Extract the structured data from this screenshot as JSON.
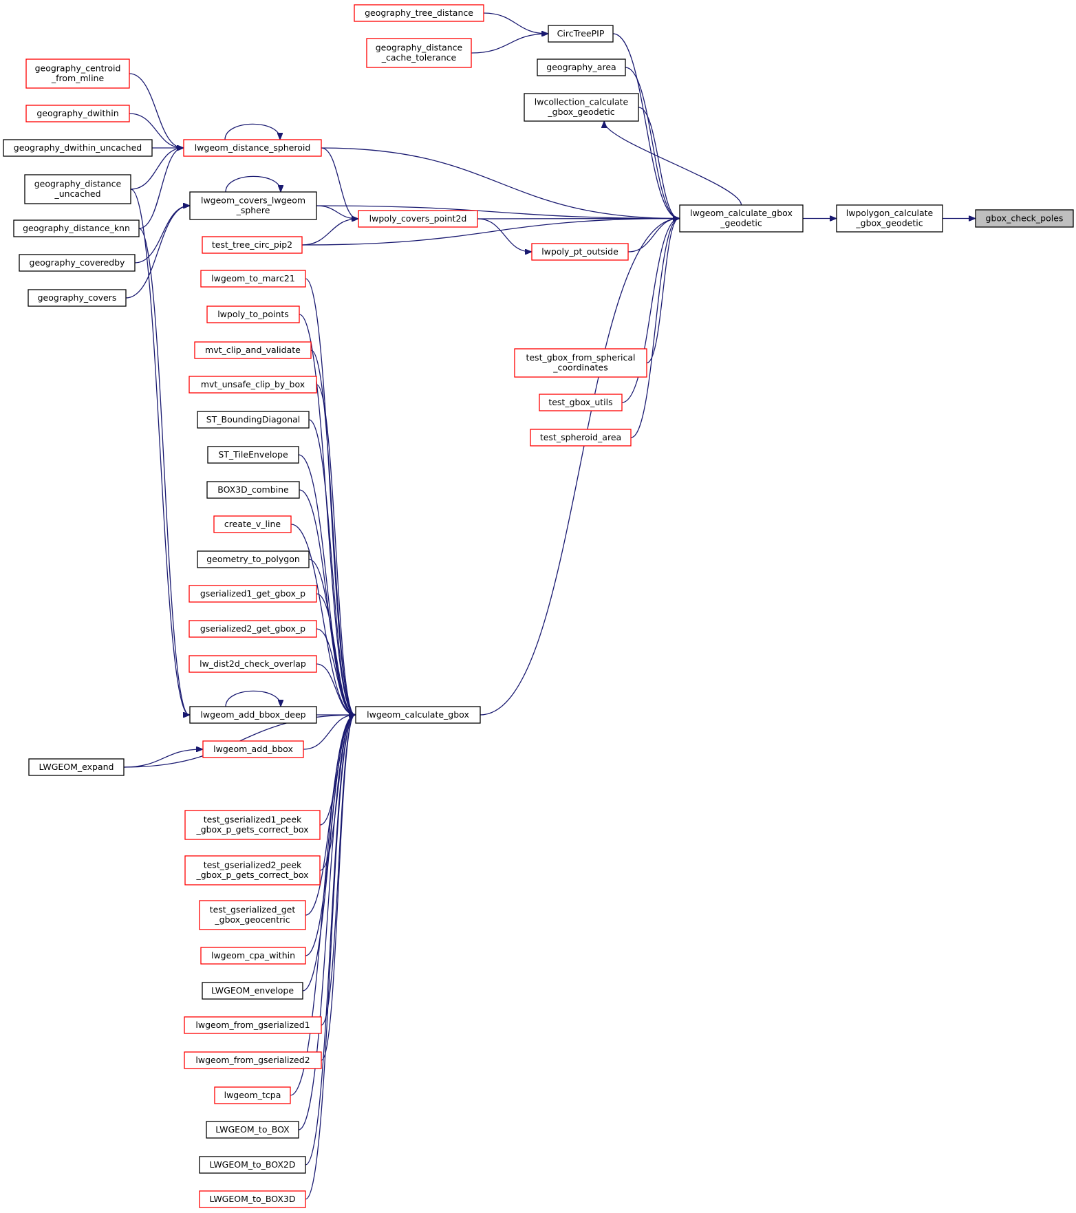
{
  "colors": {
    "edge": "#191970",
    "border_normal": "#000000",
    "border_truncated": "#ff0000",
    "target_fill": "#bfbfbf"
  },
  "nodes": {
    "gbox_check_poles": {
      "lines": [
        "gbox_check_poles"
      ],
      "style": "gray"
    },
    "lwpolygon_calculate_gbox_geodetic": {
      "lines": [
        "lwpolygon_calculate",
        "_gbox_geodetic"
      ],
      "style": "black"
    },
    "lwgeom_calculate_gbox_geodetic": {
      "lines": [
        "lwgeom_calculate_gbox",
        "_geodetic"
      ],
      "style": "black"
    },
    "CircTreePIP": {
      "lines": [
        "CircTreePIP"
      ],
      "style": "black"
    },
    "geography_tree_distance": {
      "lines": [
        "geography_tree_distance"
      ],
      "style": "red"
    },
    "geography_distance_cache_tolerance": {
      "lines": [
        "geography_distance",
        "_cache_tolerance"
      ],
      "style": "red"
    },
    "geography_area": {
      "lines": [
        "geography_area"
      ],
      "style": "black"
    },
    "lwcollection_calculate_gbox_geodetic": {
      "lines": [
        "lwcollection_calculate",
        "_gbox_geodetic"
      ],
      "style": "black"
    },
    "lwgeom_distance_spheroid": {
      "lines": [
        "lwgeom_distance_spheroid"
      ],
      "style": "red"
    },
    "geography_centroid_from_mline": {
      "lines": [
        "geography_centroid",
        "_from_mline"
      ],
      "style": "red"
    },
    "geography_dwithin": {
      "lines": [
        "geography_dwithin"
      ],
      "style": "red"
    },
    "geography_dwithin_uncached": {
      "lines": [
        "geography_dwithin_uncached"
      ],
      "style": "black"
    },
    "geography_distance_uncached": {
      "lines": [
        "geography_distance",
        "_uncached"
      ],
      "style": "black"
    },
    "geography_distance_knn": {
      "lines": [
        "geography_distance_knn"
      ],
      "style": "black"
    },
    "lwgeom_covers_lwgeom_sphere": {
      "lines": [
        "lwgeom_covers_lwgeom",
        "_sphere"
      ],
      "style": "black"
    },
    "geography_coveredby": {
      "lines": [
        "geography_coveredby"
      ],
      "style": "black"
    },
    "geography_covers": {
      "lines": [
        "geography_covers"
      ],
      "style": "black"
    },
    "lwpoly_covers_point2d": {
      "lines": [
        "lwpoly_covers_point2d"
      ],
      "style": "red"
    },
    "test_tree_circ_pip2": {
      "lines": [
        "test_tree_circ_pip2"
      ],
      "style": "red"
    },
    "lwpoly_pt_outside": {
      "lines": [
        "lwpoly_pt_outside"
      ],
      "style": "red"
    },
    "test_gbox_from_spherical_coordinates": {
      "lines": [
        "test_gbox_from_spherical",
        "_coordinates"
      ],
      "style": "red"
    },
    "test_gbox_utils": {
      "lines": [
        "test_gbox_utils"
      ],
      "style": "red"
    },
    "test_spheroid_area": {
      "lines": [
        "test_spheroid_area"
      ],
      "style": "red"
    },
    "lwgeom_calculate_gbox": {
      "lines": [
        "lwgeom_calculate_gbox"
      ],
      "style": "black"
    },
    "lwgeom_to_marc21": {
      "lines": [
        "lwgeom_to_marc21"
      ],
      "style": "red"
    },
    "lwpoly_to_points": {
      "lines": [
        "lwpoly_to_points"
      ],
      "style": "red"
    },
    "mvt_clip_and_validate": {
      "lines": [
        "mvt_clip_and_validate"
      ],
      "style": "red"
    },
    "mvt_unsafe_clip_by_box": {
      "lines": [
        "mvt_unsafe_clip_by_box"
      ],
      "style": "red"
    },
    "ST_BoundingDiagonal": {
      "lines": [
        "ST_BoundingDiagonal"
      ],
      "style": "black"
    },
    "ST_TileEnvelope": {
      "lines": [
        "ST_TileEnvelope"
      ],
      "style": "black"
    },
    "BOX3D_combine": {
      "lines": [
        "BOX3D_combine"
      ],
      "style": "black"
    },
    "create_v_line": {
      "lines": [
        "create_v_line"
      ],
      "style": "red"
    },
    "geometry_to_polygon": {
      "lines": [
        "geometry_to_polygon"
      ],
      "style": "black"
    },
    "gserialized1_get_gbox_p": {
      "lines": [
        "gserialized1_get_gbox_p"
      ],
      "style": "red"
    },
    "gserialized2_get_gbox_p": {
      "lines": [
        "gserialized2_get_gbox_p"
      ],
      "style": "red"
    },
    "lw_dist2d_check_overlap": {
      "lines": [
        "lw_dist2d_check_overlap"
      ],
      "style": "red"
    },
    "lwgeom_add_bbox_deep": {
      "lines": [
        "lwgeom_add_bbox_deep"
      ],
      "style": "black"
    },
    "lwgeom_add_bbox": {
      "lines": [
        "lwgeom_add_bbox"
      ],
      "style": "red"
    },
    "LWGEOM_expand": {
      "lines": [
        "LWGEOM_expand"
      ],
      "style": "black"
    },
    "test_gserialized1_peek": {
      "lines": [
        "test_gserialized1_peek",
        "_gbox_p_gets_correct_box"
      ],
      "style": "red"
    },
    "test_gserialized2_peek": {
      "lines": [
        "test_gserialized2_peek",
        "_gbox_p_gets_correct_box"
      ],
      "style": "red"
    },
    "test_gserialized_get_gbox_geocentric": {
      "lines": [
        "test_gserialized_get",
        "_gbox_geocentric"
      ],
      "style": "red"
    },
    "lwgeom_cpa_within": {
      "lines": [
        "lwgeom_cpa_within"
      ],
      "style": "red"
    },
    "LWGEOM_envelope": {
      "lines": [
        "LWGEOM_envelope"
      ],
      "style": "black"
    },
    "lwgeom_from_gserialized1": {
      "lines": [
        "lwgeom_from_gserialized1"
      ],
      "style": "red"
    },
    "lwgeom_from_gserialized2": {
      "lines": [
        "lwgeom_from_gserialized2"
      ],
      "style": "red"
    },
    "lwgeom_tcpa": {
      "lines": [
        "lwgeom_tcpa"
      ],
      "style": "red"
    },
    "LWGEOM_to_BOX": {
      "lines": [
        "LWGEOM_to_BOX"
      ],
      "style": "black"
    },
    "LWGEOM_to_BOX2D": {
      "lines": [
        "LWGEOM_to_BOX2D"
      ],
      "style": "black"
    },
    "LWGEOM_to_BOX3D": {
      "lines": [
        "LWGEOM_to_BOX3D"
      ],
      "style": "red"
    }
  },
  "edges": [
    {
      "from": "lwpolygon_calculate_gbox_geodetic",
      "to": "gbox_check_poles"
    },
    {
      "from": "lwgeom_calculate_gbox_geodetic",
      "to": "lwpolygon_calculate_gbox_geodetic"
    },
    {
      "from": "CircTreePIP",
      "to": "lwgeom_calculate_gbox_geodetic"
    },
    {
      "from": "geography_area",
      "to": "lwgeom_calculate_gbox_geodetic"
    },
    {
      "from": "lwcollection_calculate_gbox_geodetic",
      "to": "lwgeom_calculate_gbox_geodetic"
    },
    {
      "from": "lwgeom_calculate_gbox_geodetic",
      "to": "lwcollection_calculate_gbox_geodetic"
    },
    {
      "from": "lwgeom_distance_spheroid",
      "to": "lwgeom_calculate_gbox_geodetic"
    },
    {
      "from": "lwgeom_covers_lwgeom_sphere",
      "to": "lwgeom_calculate_gbox_geodetic"
    },
    {
      "from": "lwpoly_covers_point2d",
      "to": "lwgeom_calculate_gbox_geodetic"
    },
    {
      "from": "lwpoly_pt_outside",
      "to": "lwgeom_calculate_gbox_geodetic"
    },
    {
      "from": "test_tree_circ_pip2",
      "to": "lwgeom_calculate_gbox_geodetic"
    },
    {
      "from": "lwgeom_calculate_gbox",
      "to": "lwgeom_calculate_gbox_geodetic"
    },
    {
      "from": "test_gbox_from_spherical_coordinates",
      "to": "lwgeom_calculate_gbox_geodetic"
    },
    {
      "from": "test_gbox_utils",
      "to": "lwgeom_calculate_gbox_geodetic"
    },
    {
      "from": "test_spheroid_area",
      "to": "lwgeom_calculate_gbox_geodetic"
    },
    {
      "from": "geography_tree_distance",
      "to": "CircTreePIP"
    },
    {
      "from": "geography_distance_cache_tolerance",
      "to": "CircTreePIP"
    },
    {
      "from": "geography_centroid_from_mline",
      "to": "lwgeom_distance_spheroid"
    },
    {
      "from": "geography_dwithin",
      "to": "lwgeom_distance_spheroid"
    },
    {
      "from": "geography_dwithin_uncached",
      "to": "lwgeom_distance_spheroid"
    },
    {
      "from": "geography_distance_uncached",
      "to": "lwgeom_distance_spheroid"
    },
    {
      "from": "geography_distance_knn",
      "to": "lwgeom_distance_spheroid"
    },
    {
      "from": "lwgeom_distance_spheroid",
      "to": "lwgeom_distance_spheroid"
    },
    {
      "from": "lwgeom_covers_lwgeom_sphere",
      "to": "lwgeom_covers_lwgeom_sphere"
    },
    {
      "from": "geography_coveredby",
      "to": "lwgeom_covers_lwgeom_sphere"
    },
    {
      "from": "geography_covers",
      "to": "lwgeom_covers_lwgeom_sphere"
    },
    {
      "from": "lwgeom_distance_spheroid",
      "to": "lwpoly_covers_point2d"
    },
    {
      "from": "lwgeom_covers_lwgeom_sphere",
      "to": "lwpoly_covers_point2d"
    },
    {
      "from": "test_tree_circ_pip2",
      "to": "lwpoly_covers_point2d"
    },
    {
      "from": "lwpoly_covers_point2d",
      "to": "lwpoly_pt_outside"
    },
    {
      "from": "lwgeom_to_marc21",
      "to": "lwgeom_calculate_gbox"
    },
    {
      "from": "lwpoly_to_points",
      "to": "lwgeom_calculate_gbox"
    },
    {
      "from": "mvt_clip_and_validate",
      "to": "lwgeom_calculate_gbox"
    },
    {
      "from": "mvt_unsafe_clip_by_box",
      "to": "lwgeom_calculate_gbox"
    },
    {
      "from": "ST_BoundingDiagonal",
      "to": "lwgeom_calculate_gbox"
    },
    {
      "from": "ST_TileEnvelope",
      "to": "lwgeom_calculate_gbox"
    },
    {
      "from": "BOX3D_combine",
      "to": "lwgeom_calculate_gbox"
    },
    {
      "from": "create_v_line",
      "to": "lwgeom_calculate_gbox"
    },
    {
      "from": "geometry_to_polygon",
      "to": "lwgeom_calculate_gbox"
    },
    {
      "from": "gserialized1_get_gbox_p",
      "to": "lwgeom_calculate_gbox"
    },
    {
      "from": "gserialized2_get_gbox_p",
      "to": "lwgeom_calculate_gbox"
    },
    {
      "from": "lw_dist2d_check_overlap",
      "to": "lwgeom_calculate_gbox"
    },
    {
      "from": "lwgeom_add_bbox_deep",
      "to": "lwgeom_calculate_gbox"
    },
    {
      "from": "lwgeom_add_bbox",
      "to": "lwgeom_calculate_gbox"
    },
    {
      "from": "LWGEOM_expand",
      "to": "lwgeom_calculate_gbox"
    },
    {
      "from": "test_gserialized1_peek",
      "to": "lwgeom_calculate_gbox"
    },
    {
      "from": "test_gserialized2_peek",
      "to": "lwgeom_calculate_gbox"
    },
    {
      "from": "test_gserialized_get_gbox_geocentric",
      "to": "lwgeom_calculate_gbox"
    },
    {
      "from": "lwgeom_cpa_within",
      "to": "lwgeom_calculate_gbox"
    },
    {
      "from": "LWGEOM_envelope",
      "to": "lwgeom_calculate_gbox"
    },
    {
      "from": "lwgeom_from_gserialized1",
      "to": "lwgeom_calculate_gbox"
    },
    {
      "from": "lwgeom_from_gserialized2",
      "to": "lwgeom_calculate_gbox"
    },
    {
      "from": "lwgeom_tcpa",
      "to": "lwgeom_calculate_gbox"
    },
    {
      "from": "LWGEOM_to_BOX",
      "to": "lwgeom_calculate_gbox"
    },
    {
      "from": "LWGEOM_to_BOX2D",
      "to": "lwgeom_calculate_gbox"
    },
    {
      "from": "LWGEOM_to_BOX3D",
      "to": "lwgeom_calculate_gbox"
    },
    {
      "from": "lwgeom_add_bbox_deep",
      "to": "lwgeom_add_bbox_deep"
    },
    {
      "from": "geography_distance_uncached",
      "to": "lwgeom_add_bbox_deep"
    },
    {
      "from": "geography_distance_knn",
      "to": "lwgeom_add_bbox_deep"
    },
    {
      "from": "LWGEOM_expand",
      "to": "lwgeom_add_bbox"
    }
  ]
}
